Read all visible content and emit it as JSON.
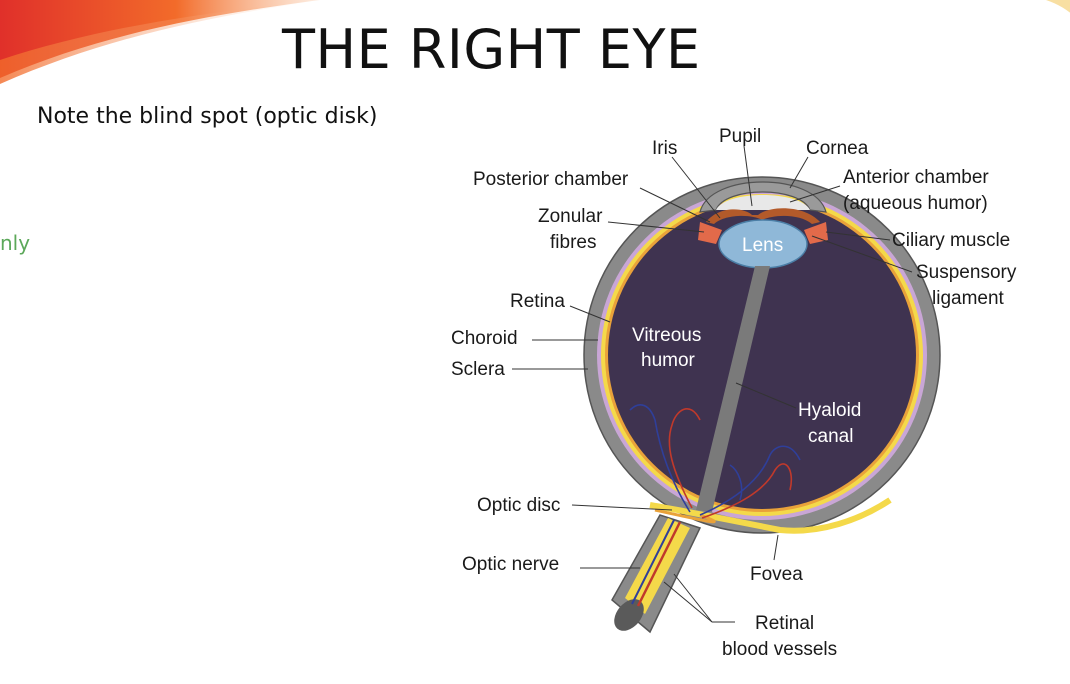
{
  "slide": {
    "title": "THE RIGHT EYE",
    "note": "Note the blind spot (optic disk)",
    "cut_text": "nly"
  },
  "colors": {
    "accent_red": "#e0302a",
    "accent_orange": "#f26b2a",
    "vitreous": "#3f3350",
    "sclera": "#8a8a8a",
    "retina_yellow": "#f4d94a",
    "lens_blue": "#8fb8d8"
  },
  "diagram": {
    "labels": {
      "iris": "Iris",
      "pupil": "Pupil",
      "cornea": "Cornea",
      "posterior_chamber": "Posterior chamber",
      "anterior_chamber_1": "Anterior chamber",
      "anterior_chamber_2": "(aqueous humor)",
      "zonular_1": "Zonular",
      "zonular_2": "fibres",
      "lens": "Lens",
      "ciliary_muscle": "Ciliary muscle",
      "suspensory_1": "Suspensory",
      "suspensory_2": "ligament",
      "retina": "Retina",
      "choroid": "Choroid",
      "sclera": "Sclera",
      "vitreous_1": "Vitreous",
      "vitreous_2": "humor",
      "hyaloid_1": "Hyaloid",
      "hyaloid_2": "canal",
      "optic_disc": "Optic disc",
      "optic_nerve": "Optic nerve",
      "fovea": "Fovea",
      "retinal_vessels_1": "Retinal",
      "retinal_vessels_2": "blood vessels"
    }
  }
}
